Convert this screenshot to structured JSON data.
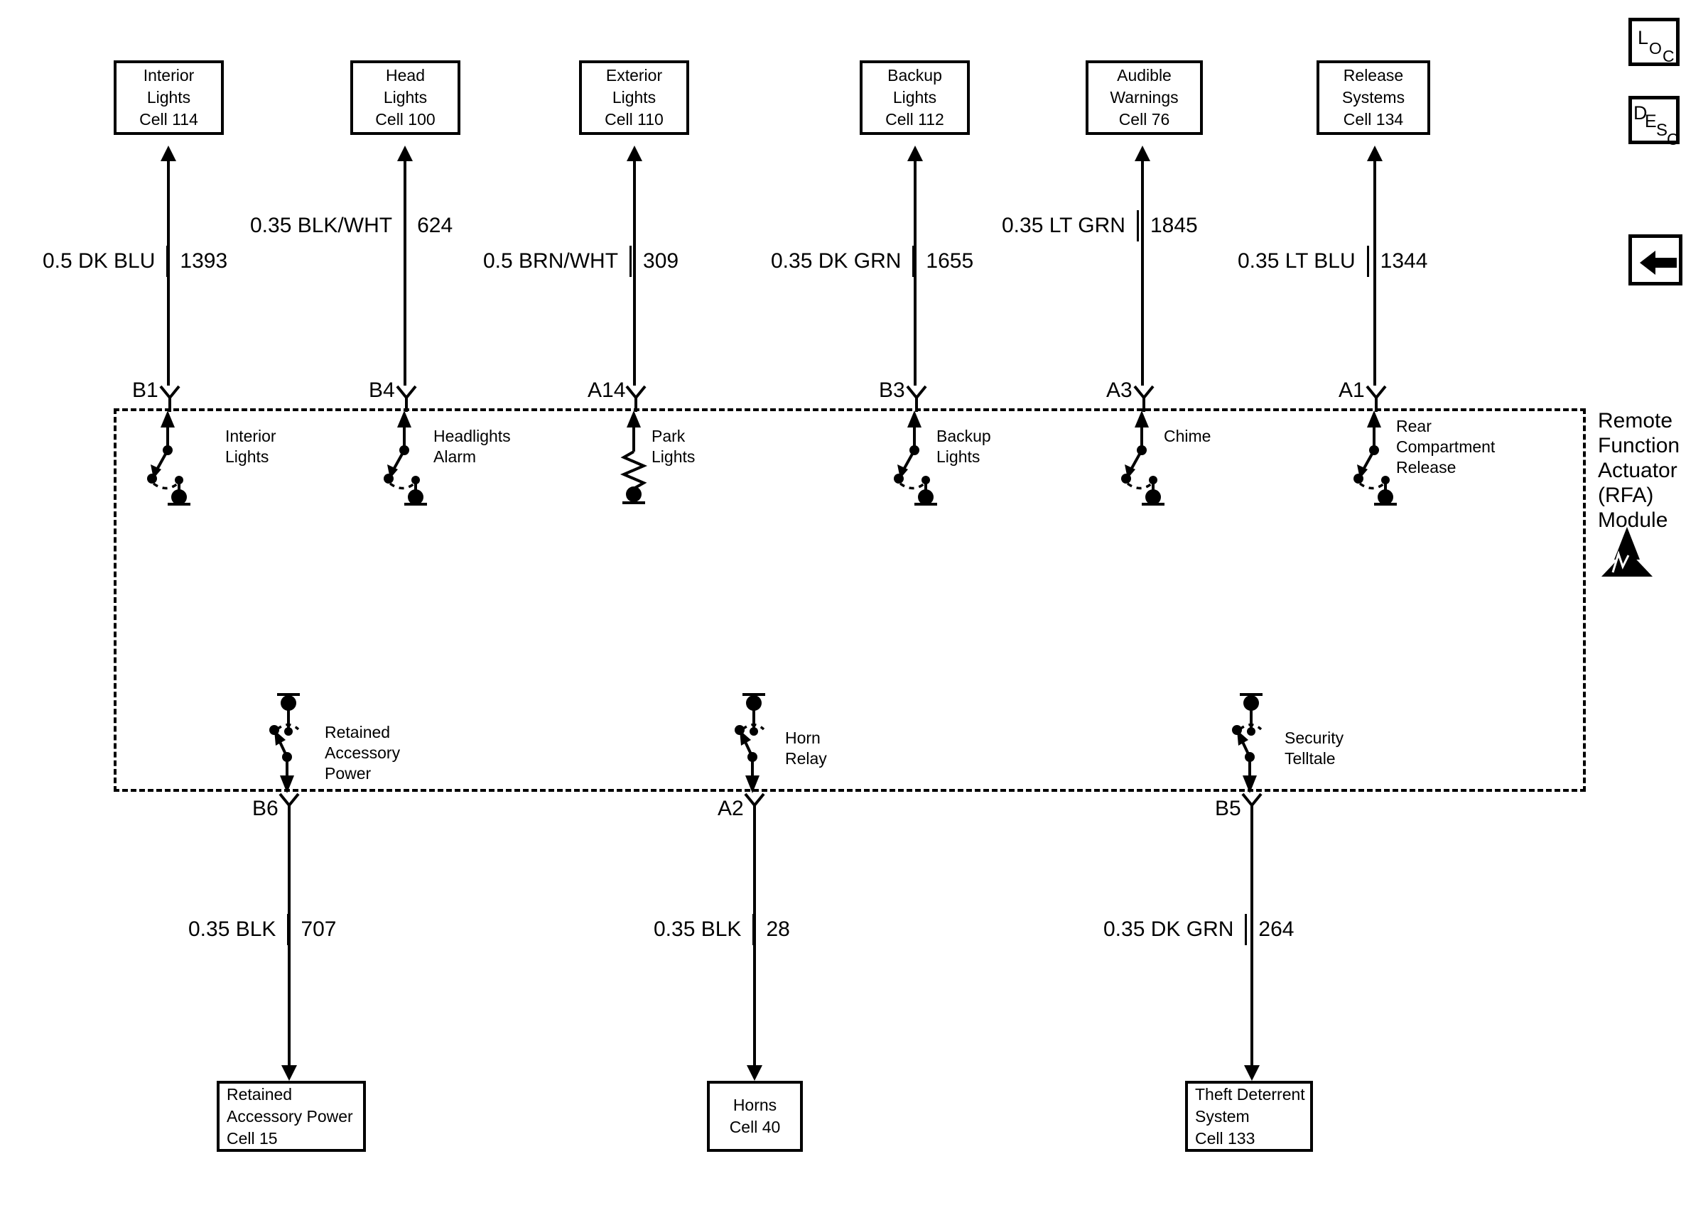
{
  "diagram": {
    "title": "Remote Function Actuator (RFA) Module wiring diagram",
    "module_label": [
      "Remote",
      "Function",
      "Actuator",
      "(RFA)",
      "Module"
    ],
    "esd_symbol": "electrostatic-discharge-warning"
  },
  "nav": {
    "loc_label": "LOC",
    "loc_letters": [
      "L",
      "O",
      "C"
    ],
    "desc_label": "DESC",
    "desc_letters": [
      "D",
      "E",
      "S",
      "C"
    ],
    "back_label": "back-arrow"
  },
  "top_boxes": [
    {
      "lines": [
        "Interior",
        "Lights",
        "Cell 114"
      ],
      "align": "center"
    },
    {
      "lines": [
        "Head",
        "Lights",
        "Cell 100"
      ],
      "align": "center"
    },
    {
      "lines": [
        "Exterior",
        "Lights",
        "Cell 110"
      ],
      "align": "center"
    },
    {
      "lines": [
        "Backup",
        "Lights",
        "Cell 112"
      ],
      "align": "center"
    },
    {
      "lines": [
        "Audible",
        "Warnings",
        "Cell 76"
      ],
      "align": "center"
    },
    {
      "lines": [
        "Release",
        "Systems",
        "Cell 134"
      ],
      "align": "center"
    }
  ],
  "bottom_boxes": [
    {
      "lines": [
        "Retained",
        "Accessory Power",
        "Cell 15"
      ],
      "align": "left"
    },
    {
      "lines": [
        "Horns",
        "Cell 40"
      ],
      "align": "center"
    },
    {
      "lines": [
        "Theft Deterrent",
        "System",
        "Cell 133"
      ],
      "align": "left"
    }
  ],
  "top_wires": [
    {
      "name": "0.5 DK BLU",
      "number": "1393"
    },
    {
      "name": "0.35 BLK/WHT",
      "number": "624"
    },
    {
      "name": "0.5 BRN/WHT",
      "number": "309"
    },
    {
      "name": "0.35 DK GRN",
      "number": "1655"
    },
    {
      "name": "0.35 LT GRN",
      "number": "1845"
    },
    {
      "name": "0.35 LT BLU",
      "number": "1344"
    }
  ],
  "bottom_wires": [
    {
      "name": "0.35 BLK",
      "number": "707"
    },
    {
      "name": "0.35 BLK",
      "number": "28"
    },
    {
      "name": "0.35 DK GRN",
      "number": "264"
    }
  ],
  "top_pins": [
    {
      "id": "B1",
      "function": [
        "Interior",
        "Lights"
      ],
      "type": "switch"
    },
    {
      "id": "B4",
      "function": [
        "Headlights",
        "Alarm"
      ],
      "type": "switch"
    },
    {
      "id": "A14",
      "function": [
        "Park",
        "Lights"
      ],
      "type": "resistor"
    },
    {
      "id": "B3",
      "function": [
        "Backup",
        "Lights"
      ],
      "type": "switch"
    },
    {
      "id": "A3",
      "function": [
        "Chime"
      ],
      "type": "switch"
    },
    {
      "id": "A1",
      "function": [
        "Rear",
        "Compartment",
        "Release"
      ],
      "type": "switch"
    }
  ],
  "bottom_pins": [
    {
      "id": "B6",
      "function": [
        "Retained",
        "Accessory",
        "Power"
      ]
    },
    {
      "id": "A2",
      "function": [
        "Horn",
        "Relay"
      ]
    },
    {
      "id": "B5",
      "function": [
        "Security",
        "Telltale"
      ]
    }
  ]
}
